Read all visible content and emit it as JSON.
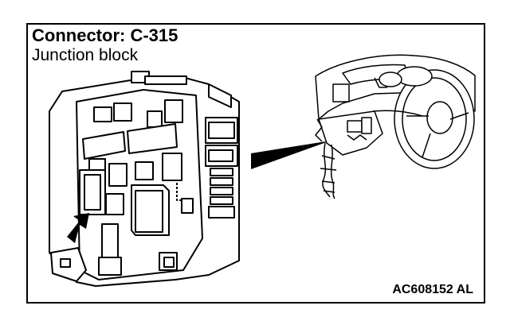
{
  "header": {
    "title": "Connector: C-315",
    "subtitle": "Junction block"
  },
  "footer": {
    "figure_code": "AC608152 AL"
  }
}
